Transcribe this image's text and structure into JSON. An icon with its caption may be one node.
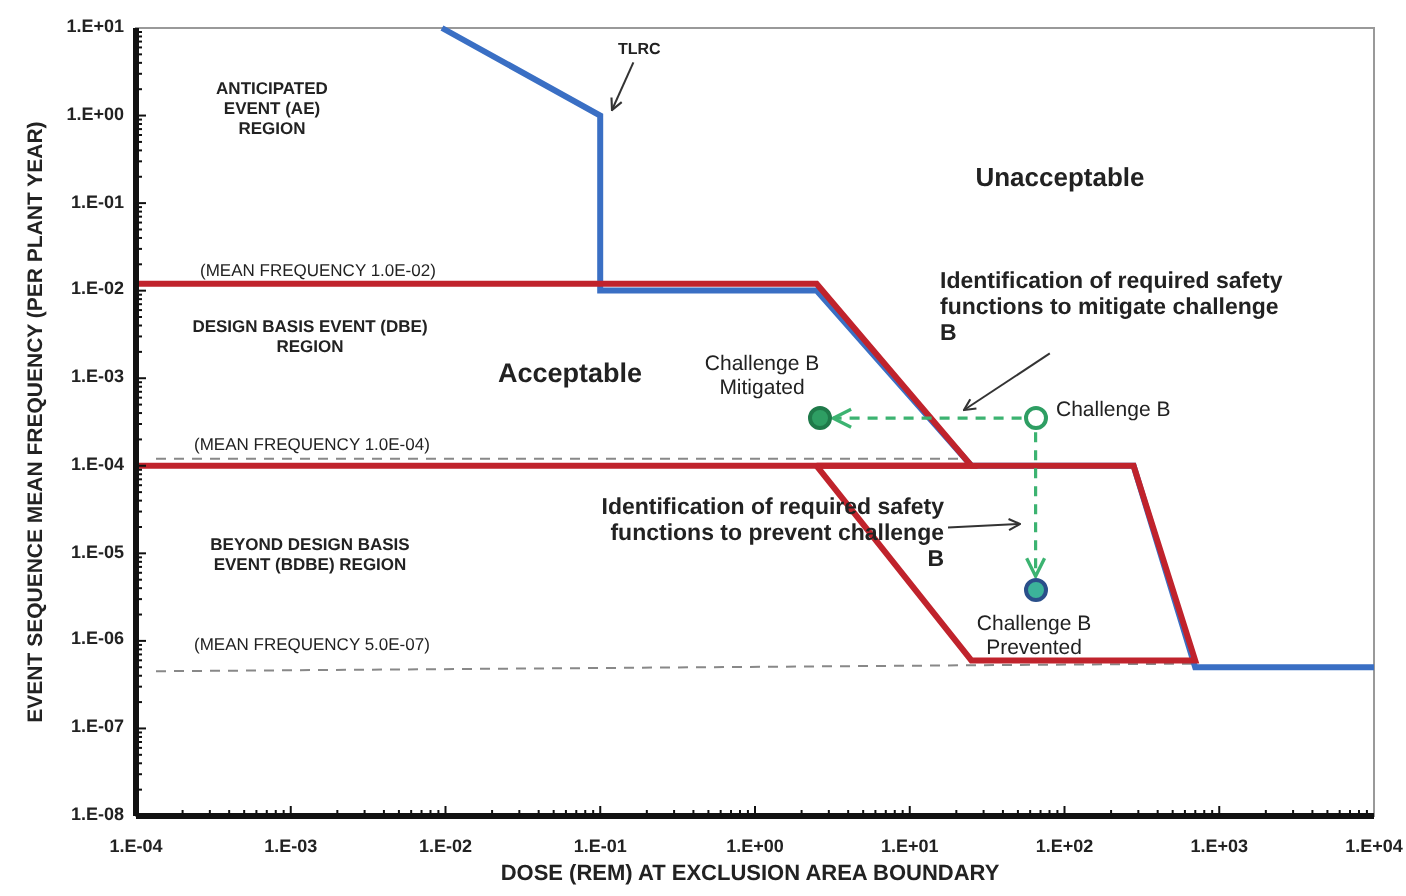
{
  "diagram": {
    "nodes": [
      {
        "text": [],
        "shape": "circle",
        "beside": [
          "Challenge B"
        ]
      },
      {
        "text": [],
        "shape": "circle",
        "beside": [
          "Challenge B Mitigated"
        ]
      },
      {
        "text": [],
        "shape": "circle",
        "beside": [
          "Challenge B Prevented"
        ]
      },
      {
        "text": [
          "TLRC"
        ]
      },
      {
        "text": [
          "Identification of required safety functions to mitigate challenge B"
        ]
      },
      {
        "text": [
          "Identification of required safety functions to prevent challenge B"
        ]
      }
    ],
    "edges": [
      {
        "from": 0,
        "to": 1,
        "arrow": "to",
        "style": "dashed",
        "color": "#3cb371"
      },
      {
        "from": 0,
        "to": 2,
        "arrow": "to",
        "style": "dashed",
        "color": "#3cb371"
      },
      {
        "from": 3,
        "to": null,
        "arrow": "to"
      },
      {
        "from": 4,
        "to": null,
        "arrow": "to"
      },
      {
        "from": 5,
        "to": null,
        "arrow": "to"
      }
    ],
    "labels": [
      "ANTICIPATED EVENT (AE) REGION",
      "Unacceptable",
      "(MEAN FREQUENCY 1.0E-02)",
      "DESIGN BASIS EVENT (DBE) REGION",
      "Acceptable",
      "(MEAN FREQUENCY 1.0E-04)",
      "BEYOND DESIGN BASIS EVENT (BDBE) REGION",
      "(MEAN FREQUENCY 5.0E-07)",
      "EVENT SEQUENCE MEAN FREQUENCY (PER PLANT YEAR)",
      "1.E+01",
      "1.E+00",
      "1.E-01",
      "1.E-02",
      "1.E-03",
      "1.E-04",
      "1.E-05",
      "1.E-06",
      "1.E-07",
      "1.E-08",
      "1.E-04",
      "1.E-03",
      "1.E-02",
      "1.E-01",
      "1.E+00",
      "1.E+01",
      "1.E+02",
      "1.E+03",
      "1.E+04",
      "DOSE (REM) AT EXCLUSION AREA BOUNDARY"
    ]
  }
}
